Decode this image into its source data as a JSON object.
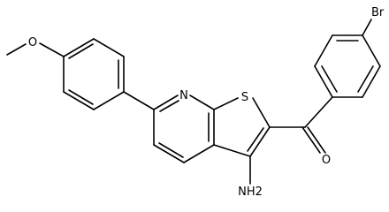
{
  "molecule": {
    "labels": {
      "O_methoxy": "O",
      "N_pyridine": "N",
      "S_thiophene": "S",
      "Br": "Br",
      "O_carbonyl": "O",
      "NH2": "NH2"
    }
  },
  "colors": {
    "bond": "#000000",
    "background": "#ffffff"
  }
}
